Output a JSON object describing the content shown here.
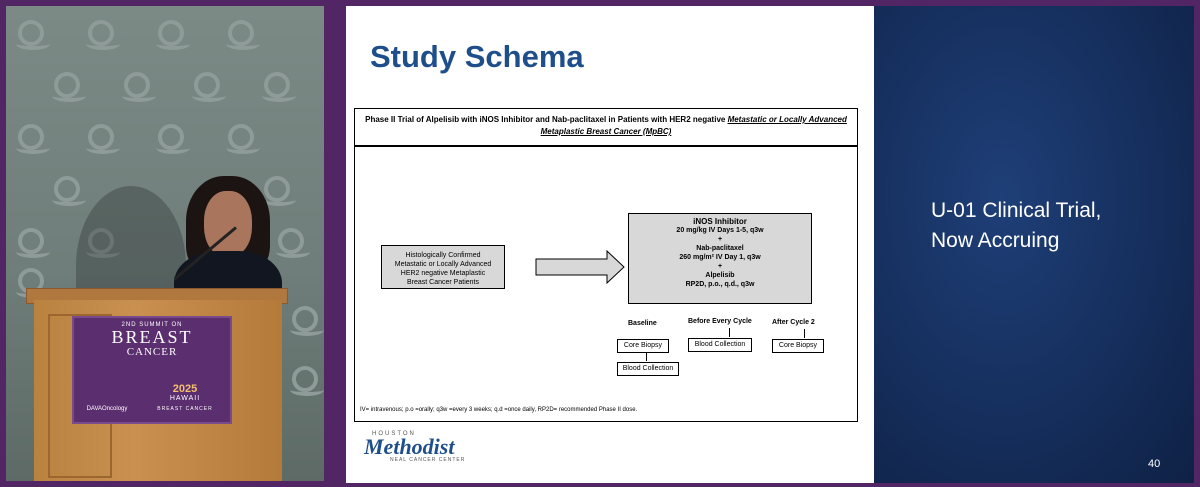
{
  "sign": {
    "line1": "2ND SUMMIT ON",
    "line2": "BREAST",
    "line3": "CANCER",
    "brand": "DAVAOncology",
    "year": "2025",
    "place": "HAWAII",
    "tag": "BREAST CANCER"
  },
  "slide": {
    "title": "Study Schema",
    "header_plain": "Phase II Trial of Alpelisib with iNOS Inhibitor and Nab-paclitaxel in Patients with HER2 negative ",
    "header_italic": "Metastatic or Locally Advanced Metaplastic Breast Cancer (MpBC)",
    "eligibility": [
      "Histologically Confirmed",
      "Metastatic or Locally Advanced",
      "HER2 negative Metaplastic",
      "Breast Cancer Patients"
    ],
    "treatment": {
      "drug1": "iNOS Inhibitor",
      "dose1": "20 mg/kg IV Days 1-5, q3w",
      "plus1": "+",
      "drug2": "Nab-paclitaxel",
      "dose2": "260 mg/m² IV Day 1, q3w",
      "plus2": "+",
      "drug3": "Alpelisib",
      "dose3": "RP2D, p.o., q.d., q3w"
    },
    "timepoints": {
      "baseline": "Baseline",
      "before": "Before Every Cycle",
      "after": "After Cycle 2"
    },
    "procedures": {
      "core_biopsy_1": "Core Biopsy",
      "blood_1": "Blood Collection",
      "blood_2": "Blood Collection",
      "core_biopsy_2": "Core Biopsy"
    },
    "footnote": "IV= intravenous; p.o =orally; q3w =every 3 weeks; q.d =once daily, RP2D= recommended Phase II dose.",
    "logo_top": "HOUSTON",
    "logo_main": "Methodist",
    "logo_bottom": "NEAL CANCER CENTER"
  },
  "right": {
    "line1": "U-01 Clinical Trial,",
    "line2": "Now Accruing",
    "slide_number": "40"
  }
}
